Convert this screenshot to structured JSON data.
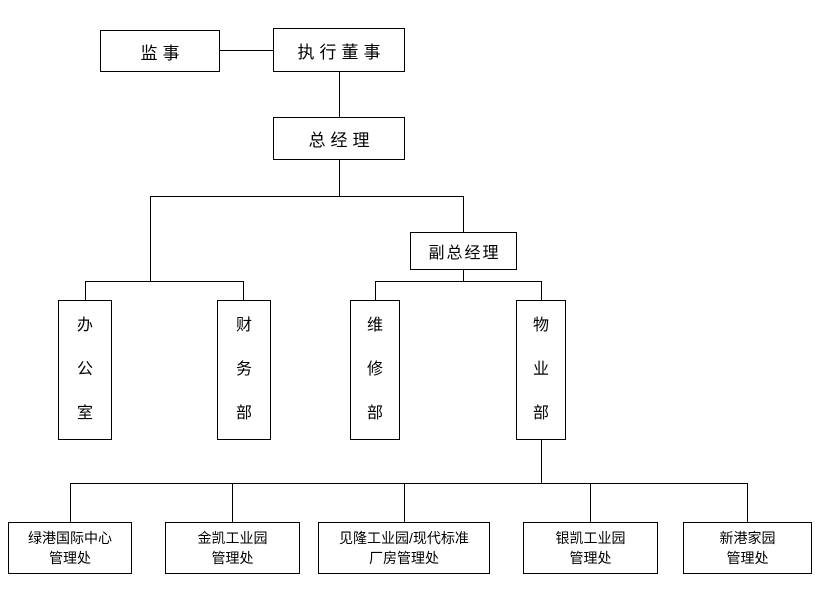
{
  "nodes": {
    "supervisor": "监事",
    "executive_director": "执行董事",
    "general_manager": "总经理",
    "deputy_general_manager": "副总经理",
    "office": "办公室",
    "finance_dept": "财务部",
    "maintenance_dept": "维修部",
    "property_dept": "物业部",
    "mgmt_office_1": "绿港国际中心\n管理处",
    "mgmt_office_2": "金凯工业园\n管理处",
    "mgmt_office_3": "见隆工业园/现代标准\n厂房管理处",
    "mgmt_office_4": "银凯工业园\n管理处",
    "mgmt_office_5": "新港家园\n管理处"
  },
  "colors": {
    "border": "#000000",
    "background": "#ffffff",
    "text": "#000000"
  }
}
